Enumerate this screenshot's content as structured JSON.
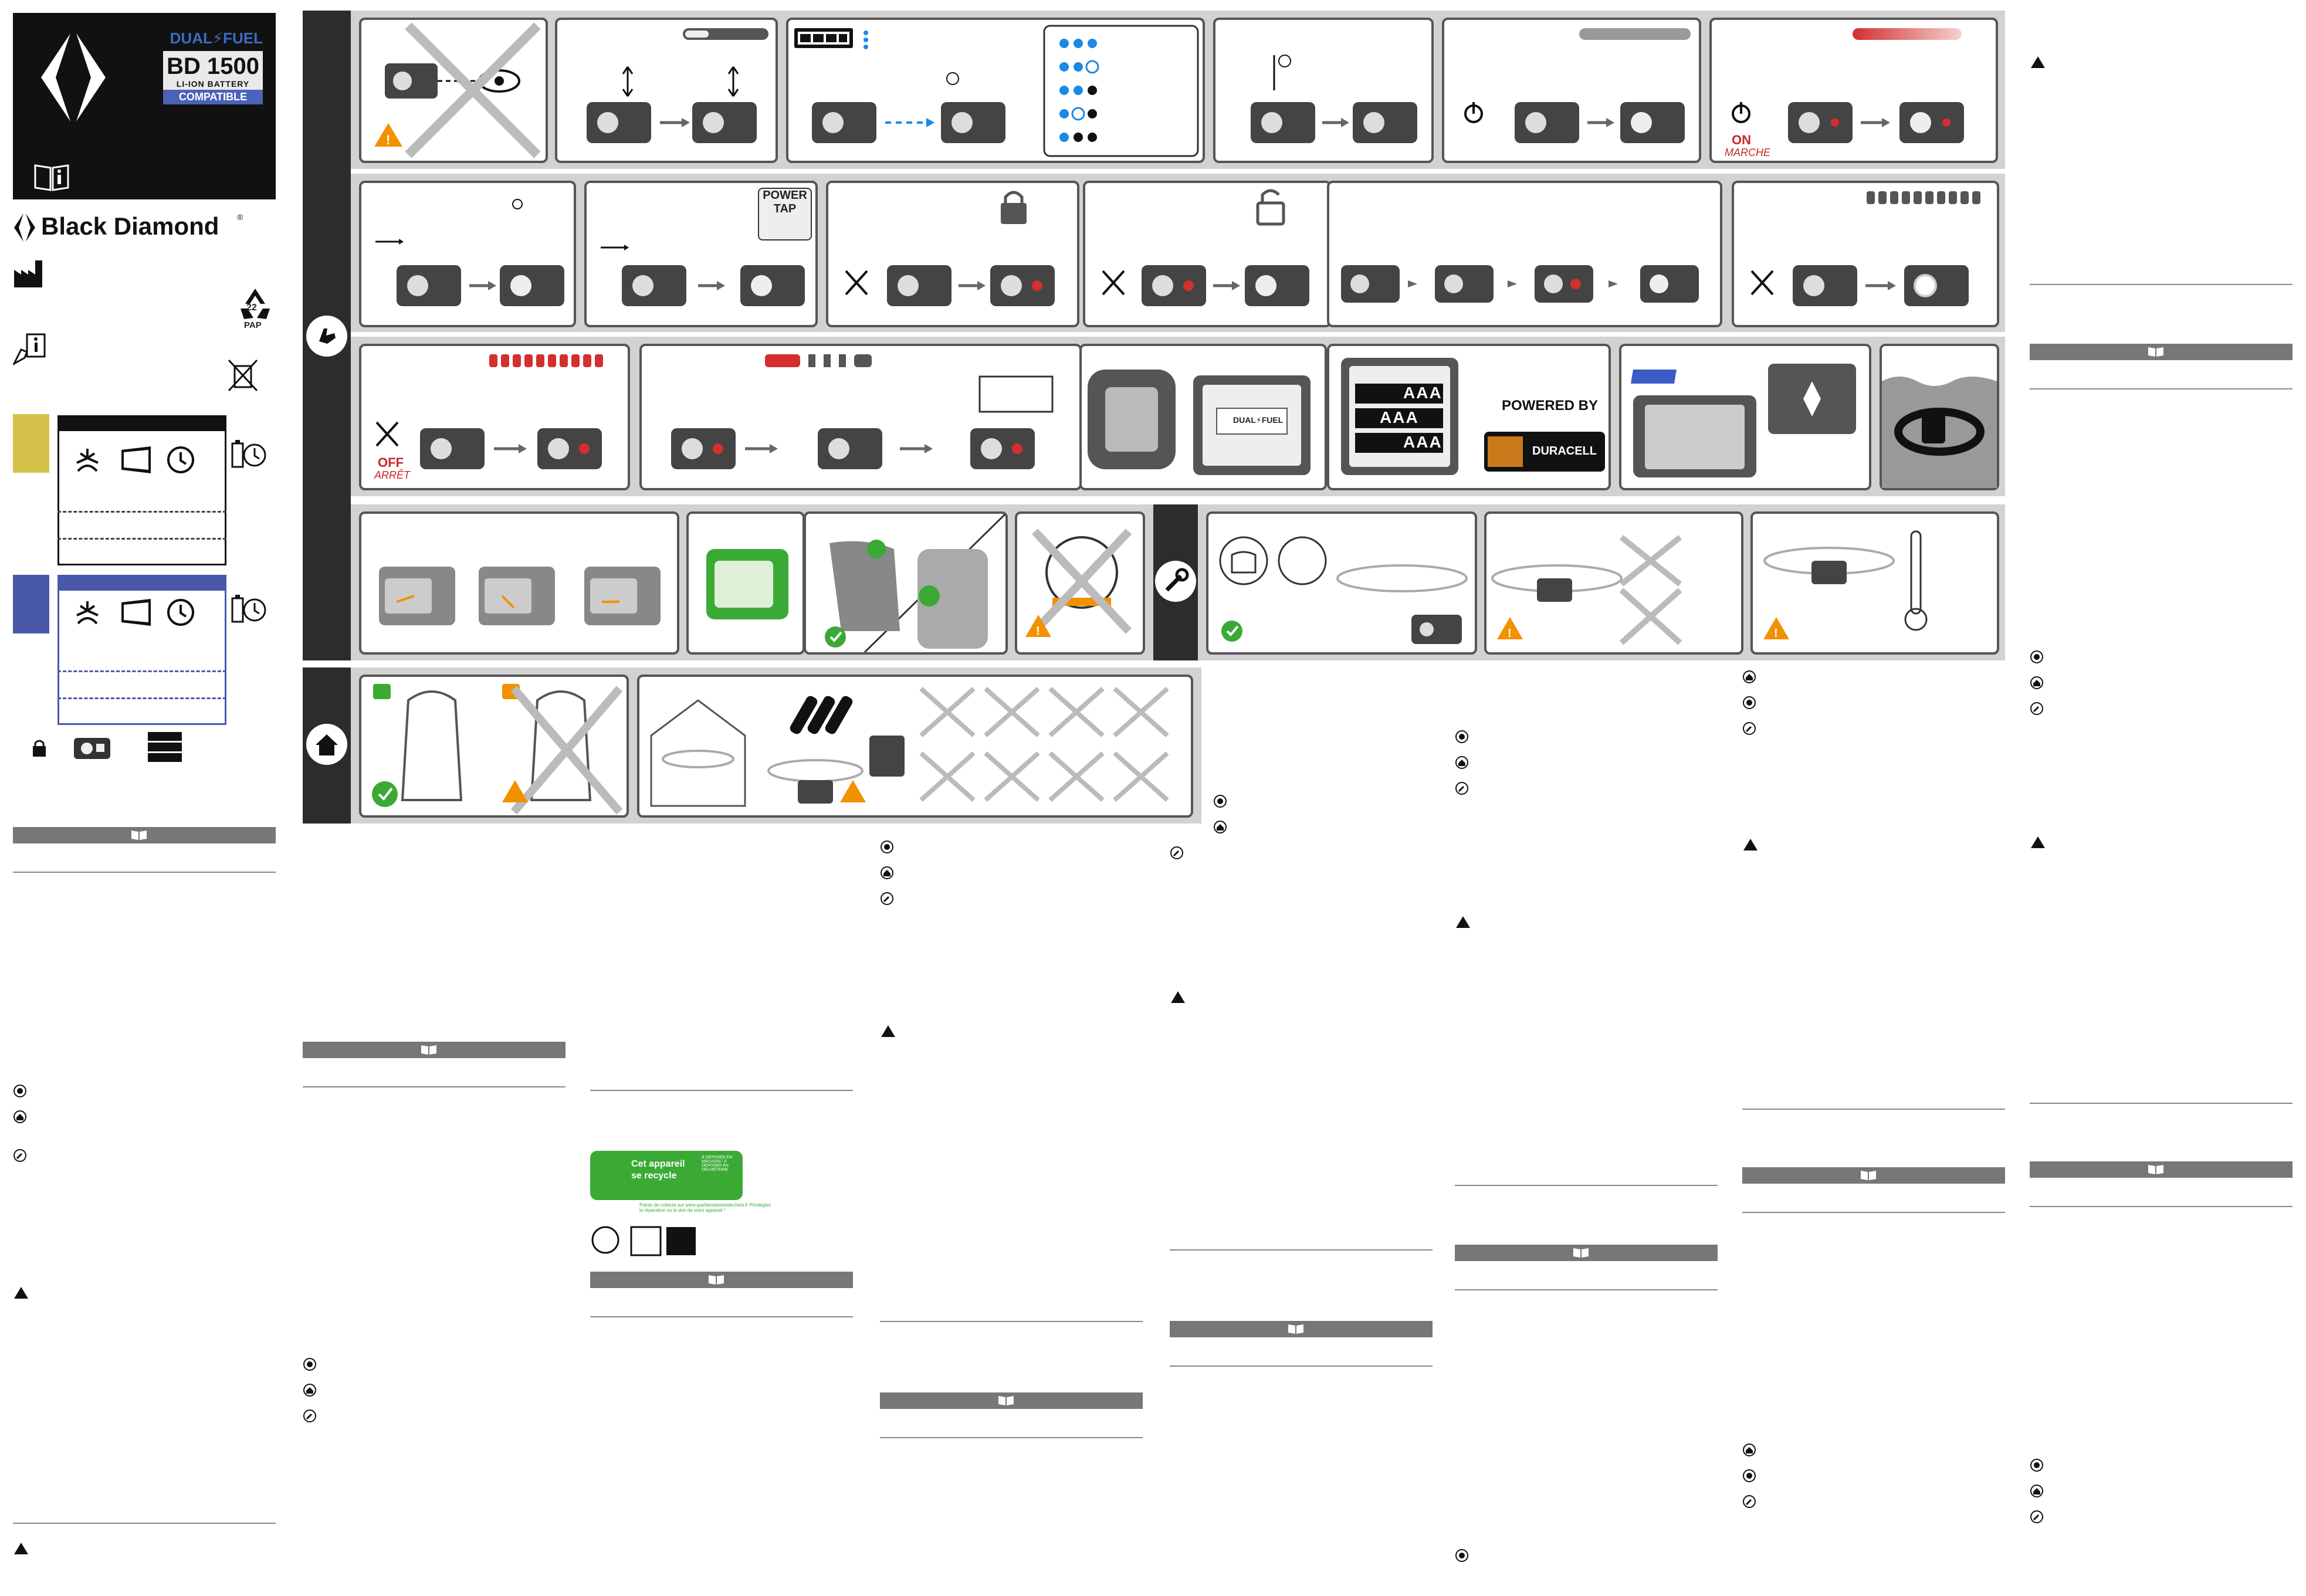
{
  "cover": {
    "badge_top": "DUAL⚡FUEL",
    "badge_model": "BD 1500",
    "badge_sub": "LI-ION BATTERY",
    "badge_compat": "COMPATIBLE"
  },
  "brand": {
    "name": "Black Diamond",
    "registered": "®"
  },
  "recycle": {
    "code": "22",
    "material": "PAP"
  },
  "panels": {
    "power_tap": {
      "line1": "POWER",
      "line2": "TAP"
    },
    "on_label": "ON",
    "on_label_fr": "MARCHE",
    "off_label": "OFF",
    "off_label_fr": "ARRÊT",
    "battery_label": "DUAL⚡FUEL",
    "aaa_label": "AAA",
    "powered_by": "POWERED BY",
    "duracell": "DURACELL"
  },
  "recycling": {
    "line1": "Cet appareil",
    "line2": "se recycle",
    "right": "À DÉPOSER EN MAGASIN / À DÉPOSER EN DÉCHÈTERIE",
    "foot": "Points de collecte sur www.quefairedemesdechets.fr  Privilégiez la réparation ou le don de votre appareil !"
  },
  "colors": {
    "yellow_mode": "#d5c24a",
    "blue_mode": "#4958a8",
    "panel_gray": "#d2d2d2",
    "tab_dark": "#2c2c2c",
    "red": "#d32f2f",
    "blue": "#1e88e5",
    "green": "#3aaa35",
    "orange": "#f29100"
  }
}
